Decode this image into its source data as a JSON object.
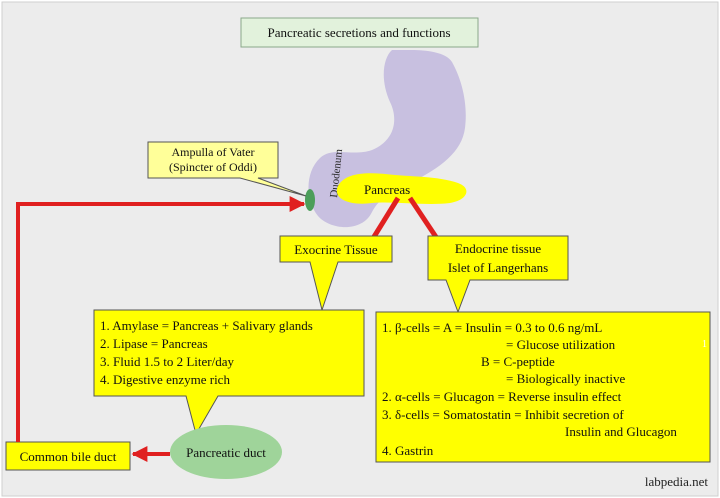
{
  "title": "Pancreatic secretions and functions",
  "labels": {
    "duodenum": "Duodenum",
    "pancreas": "Pancreas",
    "ampulla_line1": "Ampulla of Vater",
    "ampulla_line2": "(Spincter of Oddi)",
    "exocrine": "Exocrine Tissue",
    "endocrine_line1": "Endocrine tissue",
    "endocrine_line2": "Islet of Langerhans",
    "pancreatic_duct": "Pancreatic duct",
    "common_bile_duct": "Common bile duct",
    "watermark": "labpedia.net",
    "corner_mark": "1"
  },
  "exocrine_items": [
    "1. Amylase = Pancreas + Salivary glands",
    "2. Lipase = Pancreas",
    "3. Fluid 1.5 to 2 Liter/day",
    "4. Digestive enzyme rich"
  ],
  "endocrine_items": {
    "beta_line1": "1. β-cells = A =  Insulin  = 0.3 to 0.6 ng/mL",
    "beta_line2": "= Glucose utilization",
    "beta_line3": "B = C-peptide",
    "beta_line4": "= Biologically inactive",
    "alpha": "2. α-cells = Glucagon = Reverse insulin effect",
    "delta_line1": "3. δ-cells = Somatostatin = Inhibit secretion of",
    "delta_line2": "Insulin and Glucagon",
    "gastrin": "4. Gastrin"
  },
  "colors": {
    "background": "#ececec",
    "title_box": "#e2f2dc",
    "yellow": "#ffff00",
    "callout": "#ffff99",
    "duodenum": "#c8c0e0",
    "duct": "#9fd49a",
    "ampulla": "#4c9e5a",
    "arrow": "#e02020"
  }
}
